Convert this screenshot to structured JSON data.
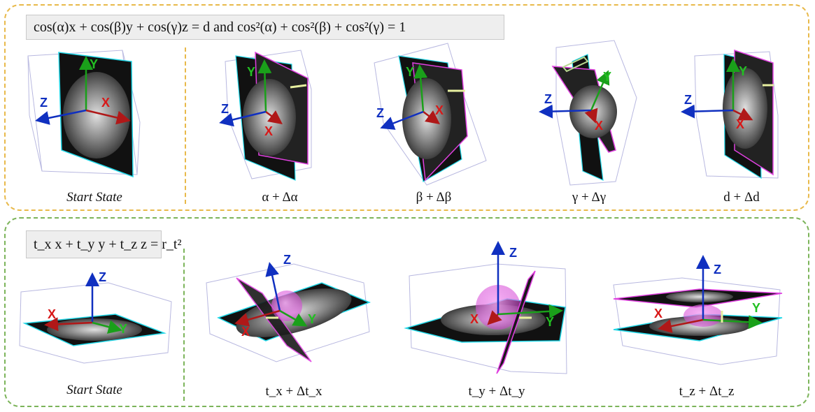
{
  "top_panel": {
    "formula": "cos(α)x + cos(β)y + cos(γ)z = d  and cos²(α) + cos²(β) + cos²(γ) = 1",
    "captions": [
      "Start State",
      "α + Δα",
      "β + Δβ",
      "γ + Δγ",
      "d + Δd"
    ],
    "axis_labels": {
      "x": "X",
      "y": "Y",
      "z": "Z"
    }
  },
  "bottom_panel": {
    "formula": "t_x x + t_y y + t_z z = r_t²",
    "captions": [
      "Start State",
      "t_x + Δt_x",
      "t_y + Δt_y",
      "t_z + Δt_z"
    ],
    "axis_labels": {
      "x": "X",
      "y": "Y",
      "z": "Z"
    }
  },
  "colors": {
    "top_border": "#e8b94a",
    "bottom_border": "#7cb45a",
    "axis_x": "#b01818",
    "axis_y": "#1aa01a",
    "axis_z": "#1030c0",
    "plane_edge_cyan": "#22d8e8",
    "plane_edge_magenta": "#e040e0",
    "sphere": "#e060e0",
    "box": "#b8b8e0"
  }
}
